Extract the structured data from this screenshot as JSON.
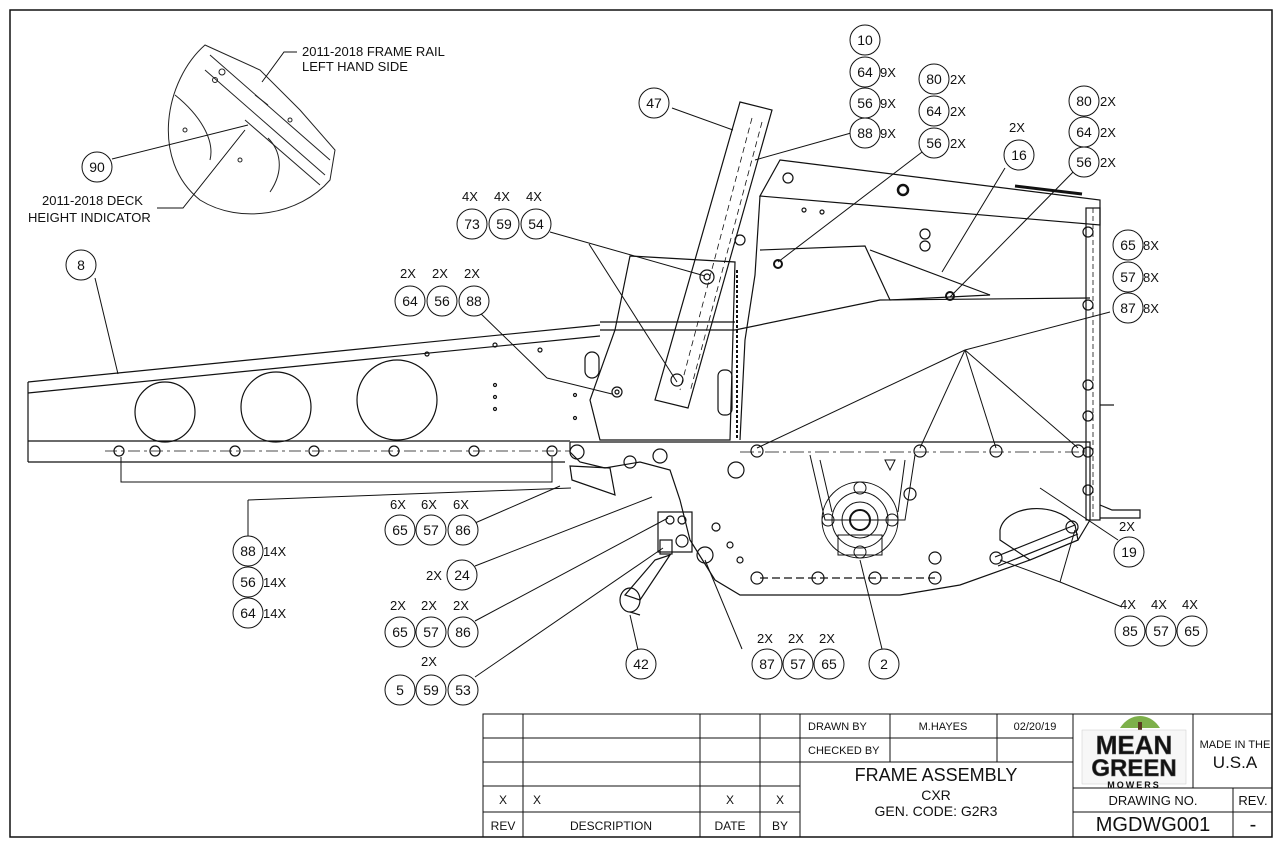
{
  "callouts": {
    "c10": "10",
    "c64a": "64",
    "c56a": "56",
    "c88a": "88",
    "c80b": "80",
    "c64b": "64",
    "c56b": "56",
    "c80c": "80",
    "c64c": "64",
    "c56c": "56",
    "c16": "16",
    "c47": "47",
    "c90": "90",
    "c8": "8",
    "c73": "73",
    "c59a": "59",
    "c54": "54",
    "c64d": "64",
    "c56d": "56",
    "c88d": "88",
    "c65a": "65",
    "c57a": "57",
    "c87a": "87",
    "c88e": "88",
    "c56e": "56",
    "c64e": "64",
    "c65f": "65",
    "c57f": "57",
    "c86f": "86",
    "c24": "24",
    "c65g": "65",
    "c57g": "57",
    "c86g": "86",
    "c5": "5",
    "c59h": "59",
    "c53": "53",
    "c42": "42",
    "c87i": "87",
    "c57i": "57",
    "c65i": "65",
    "c2": "2",
    "c19": "19",
    "c85": "85",
    "c57j": "57",
    "c65j": "65"
  },
  "quantities": {
    "q9x_1": "9X",
    "q9x_2": "9X",
    "q9x_3": "9X",
    "q2x_80b": "2X",
    "q2x_64b": "2X",
    "q2x_56b": "2X",
    "q2x_80c": "2X",
    "q2x_64c": "2X",
    "q2x_56c": "2X",
    "q2x_16": "2X",
    "q4x_73": "4X",
    "q4x_59": "4X",
    "q4x_54": "4X",
    "q2x_64d": "2X",
    "q2x_56d": "2X",
    "q2x_88d": "2X",
    "q8x_65": "8X",
    "q8x_57": "8X",
    "q8x_87": "8X",
    "q14x_88": "14X",
    "q14x_56": "14X",
    "q14x_64": "14X",
    "q6x_65": "6X",
    "q6x_57": "6X",
    "q6x_86": "6X",
    "q2x_24": "2X",
    "q2x_65g": "2X",
    "q2x_57g": "2X",
    "q2x_86g": "2X",
    "q2x_59h": "2X",
    "q2x_87i": "2X",
    "q2x_57i": "2X",
    "q2x_65i": "2X",
    "q2x_19": "2X",
    "q4x_85": "4X",
    "q4x_57": "4X",
    "q4x_65": "4X"
  },
  "notes": {
    "frame_rail_1": "2011-2018 FRAME RAIL",
    "frame_rail_2": "LEFT HAND SIDE",
    "deck_1": "2011-2018 DECK",
    "deck_2": "HEIGHT INDICATOR"
  },
  "title_block": {
    "revisions": [
      {
        "rev": "",
        "description": "",
        "date": "",
        "by": ""
      },
      {
        "rev": "",
        "description": "",
        "date": "",
        "by": ""
      },
      {
        "rev": "",
        "description": "",
        "date": "",
        "by": ""
      },
      {
        "rev": "X",
        "description": "X",
        "date": "X",
        "by": "X"
      }
    ],
    "headers": {
      "rev": "REV",
      "description": "DESCRIPTION",
      "date": "DATE",
      "by": "BY"
    },
    "drawn_by_label": "DRAWN BY",
    "drawn_by": "M.HAYES",
    "drawn_date": "02/20/19",
    "checked_by_label": "CHECKED BY",
    "checked_by": "",
    "title": "FRAME ASSEMBLY",
    "model": "CXR",
    "gen_code": "GEN. CODE: G2R3",
    "logo_line1": "MEAN",
    "logo_line2": "GREEN",
    "logo_line3": "MOWERS",
    "made_in_1": "MADE IN THE",
    "made_in_2": "U.S.A",
    "drawing_no_label": "DRAWING NO.",
    "drawing_no": "MGDWG001",
    "rev_label": "REV.",
    "rev_value": "-"
  },
  "colors": {
    "line": "#111111",
    "logo_green": "#7db04a",
    "logo_gray": "#9aa0a6",
    "logo_dark": "#3a6a2a"
  }
}
